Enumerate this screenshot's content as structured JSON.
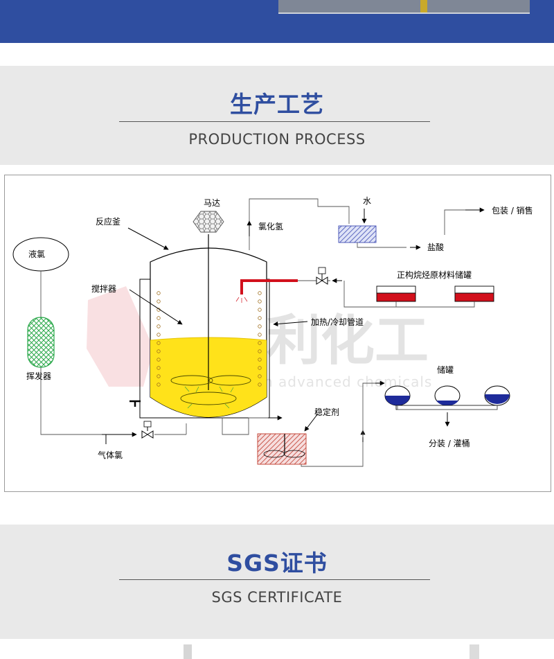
{
  "section1": {
    "title": "生产工艺",
    "subtitle": "PRODUCTION PROCESS"
  },
  "section2": {
    "title": "SGS证书",
    "subtitle": "SGS CERTIFICATE"
  },
  "diagram": {
    "labels": {
      "motor": "马达",
      "reactor": "反应釜",
      "hcl_gas": "氯化氢",
      "water": "水",
      "package": "包装 / 销售",
      "hydrochloric_acid": "盐酸",
      "liquid_chlorine": "液氯",
      "stirrer": "搅拌器",
      "raw_tank": "正构烷烃原材料储罐",
      "heating_pipe": "加热/冷却管道",
      "evaporator": "挥发器",
      "storage_tank": "储罐",
      "stabilizer": "稳定剂",
      "dispense": "分装 / 灌桶",
      "gas_chlorine": "气体氯"
    },
    "watermark": {
      "brand": "弘利化工",
      "slogan": "focus on advanced chemicals"
    }
  },
  "colors": {
    "brand_blue": "#2f4ea0",
    "liquid_yellow": "#ffe21a",
    "tank_red": "#d2101c",
    "tank_blue": "#1e2b9a",
    "evaporator_green": "#2aa84a"
  }
}
